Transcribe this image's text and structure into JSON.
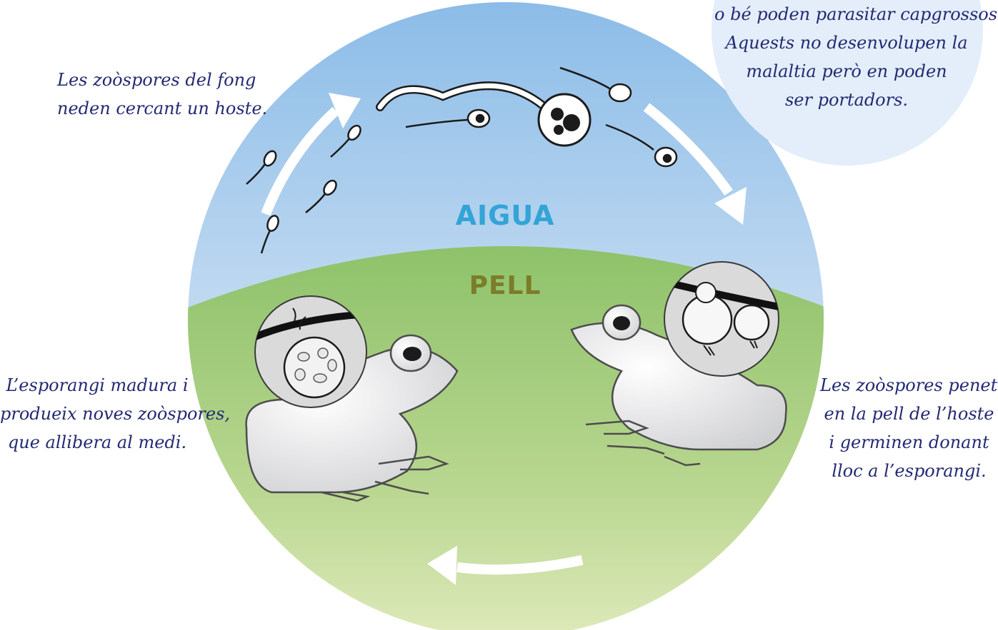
{
  "colors": {
    "water_top": "#8bbce8",
    "water_bottom": "#eef5fc",
    "skin_top": "#8ec26a",
    "skin_bottom": "#dce9b6",
    "water_label": "#33a4d6",
    "skin_label": "#7b7d2a",
    "note_text": "#232a73",
    "bubble": "#e3eefa"
  },
  "labels": {
    "water": "AIGUA",
    "skin": "PELL"
  },
  "notes": {
    "swim": [
      "Les zoòspores del fong",
      "neden cercant un hoste."
    ],
    "mature": [
      "L’esporangi madura i",
      "produeix noves zoòspores,",
      "que allibera al medi."
    ],
    "penetrate": [
      "Les zoòspores penetren",
      "en la pell de l’hoste",
      "i germinen donant",
      "lloc a l’esporangi."
    ],
    "tadpoles": [
      "o bé poden parasitar capgrossos.",
      "Aquests no desenvolupen la",
      "malaltia però en poden",
      "ser portadors."
    ]
  },
  "icons": {
    "arrows": "cycle-arrow-icon",
    "zoospore": "zoospore-icon",
    "frog": "frog-icon",
    "magnifier": "magnifier-icon"
  }
}
